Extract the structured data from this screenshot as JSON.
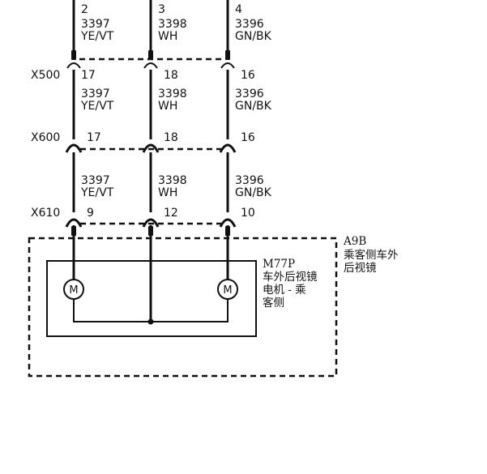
{
  "wires": [
    {
      "id": "w1",
      "top_pin": "2",
      "circuit": "3397",
      "color": "YE/VT",
      "x500_pin": "17",
      "x600_pin": "17",
      "x610_pin": "9"
    },
    {
      "id": "w2",
      "top_pin": "3",
      "circuit": "3398",
      "color": "WH",
      "x500_pin": "18",
      "x600_pin": "18",
      "x610_pin": "12"
    },
    {
      "id": "w3",
      "top_pin": "4",
      "circuit": "3396",
      "color": "GN/BK",
      "x500_pin": "16",
      "x600_pin": "16",
      "x610_pin": "10"
    }
  ],
  "connectors": {
    "x500": "X500",
    "x600": "X600",
    "x610": "X610"
  },
  "module": {
    "code": "A9B",
    "name_line1": "乘客侧车外",
    "name_line2": "后视镜"
  },
  "motor_assembly": {
    "code": "M77P",
    "name_line1": "车外后视镜",
    "name_line2": "电机 - 乘",
    "name_line3": "客侧"
  },
  "motors": {
    "left": "M",
    "right": "M"
  }
}
